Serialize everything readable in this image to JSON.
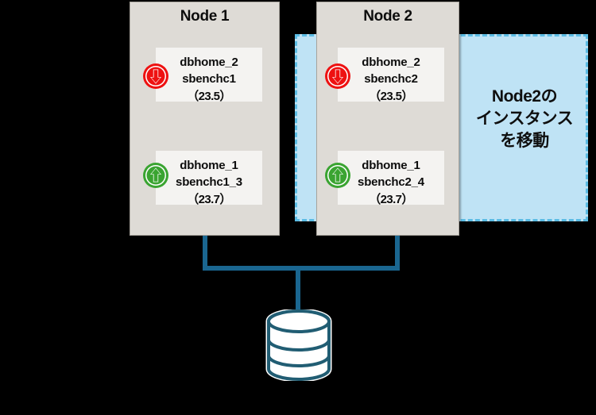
{
  "diagram": {
    "title": "Node2 instance relocation diagram",
    "colors": {
      "node_fill": "#dedbd6",
      "node_border": "#a8a49d",
      "card_fill": "#f4f3f1",
      "highlight_fill": "#bfe3f5",
      "highlight_border": "#5bbce4",
      "connector": "#1a6690",
      "arrow_down": "#ee1111",
      "arrow_up": "#3aa431",
      "background": "#000000"
    }
  },
  "nodes": [
    {
      "id": "node1",
      "title": "Node 1",
      "instances": [
        {
          "icon": "arrow-down-circle-icon",
          "status": "down",
          "dbhome": "dbhome_2",
          "instance": "sbenchc1",
          "version": "（23.5）"
        },
        {
          "icon": "arrow-up-circle-icon",
          "status": "up",
          "dbhome": "dbhome_1",
          "instance": "sbenchc1_3",
          "version": "（23.7）"
        }
      ]
    },
    {
      "id": "node2",
      "title": "Node 2",
      "instances": [
        {
          "icon": "arrow-down-circle-icon",
          "status": "down",
          "dbhome": "dbhome_2",
          "instance": "sbenchc2",
          "version": "（23.5）"
        },
        {
          "icon": "arrow-up-circle-icon",
          "status": "up",
          "dbhome": "dbhome_1",
          "instance": "sbenchc2_4",
          "version": "（23.7）"
        }
      ]
    }
  ],
  "highlight": {
    "label_line1": "Node2の",
    "label_line2": "インスタンス",
    "label_line3": "を移動"
  },
  "storage": {
    "icon": "database-cylinder-icon",
    "label": ""
  }
}
